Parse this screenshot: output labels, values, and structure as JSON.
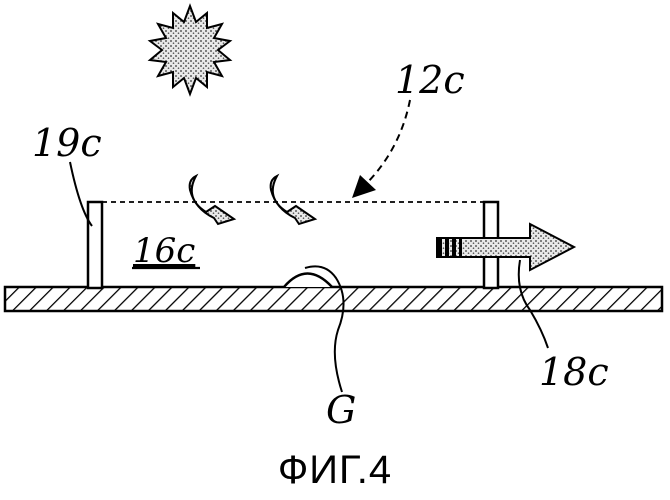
{
  "labels": {
    "cover": "12c",
    "sidewall": "19c",
    "chamber": "16c",
    "outlet": "18c",
    "gap": "G"
  },
  "caption": "ФИГ.4",
  "icons": {
    "sun": "sun-icon",
    "airflow": "curved-arrow-icon",
    "outflow": "right-arrow-icon"
  },
  "colors": {
    "ink": "#000000",
    "paper": "#ffffff",
    "stipple": "#9a9a9a"
  }
}
